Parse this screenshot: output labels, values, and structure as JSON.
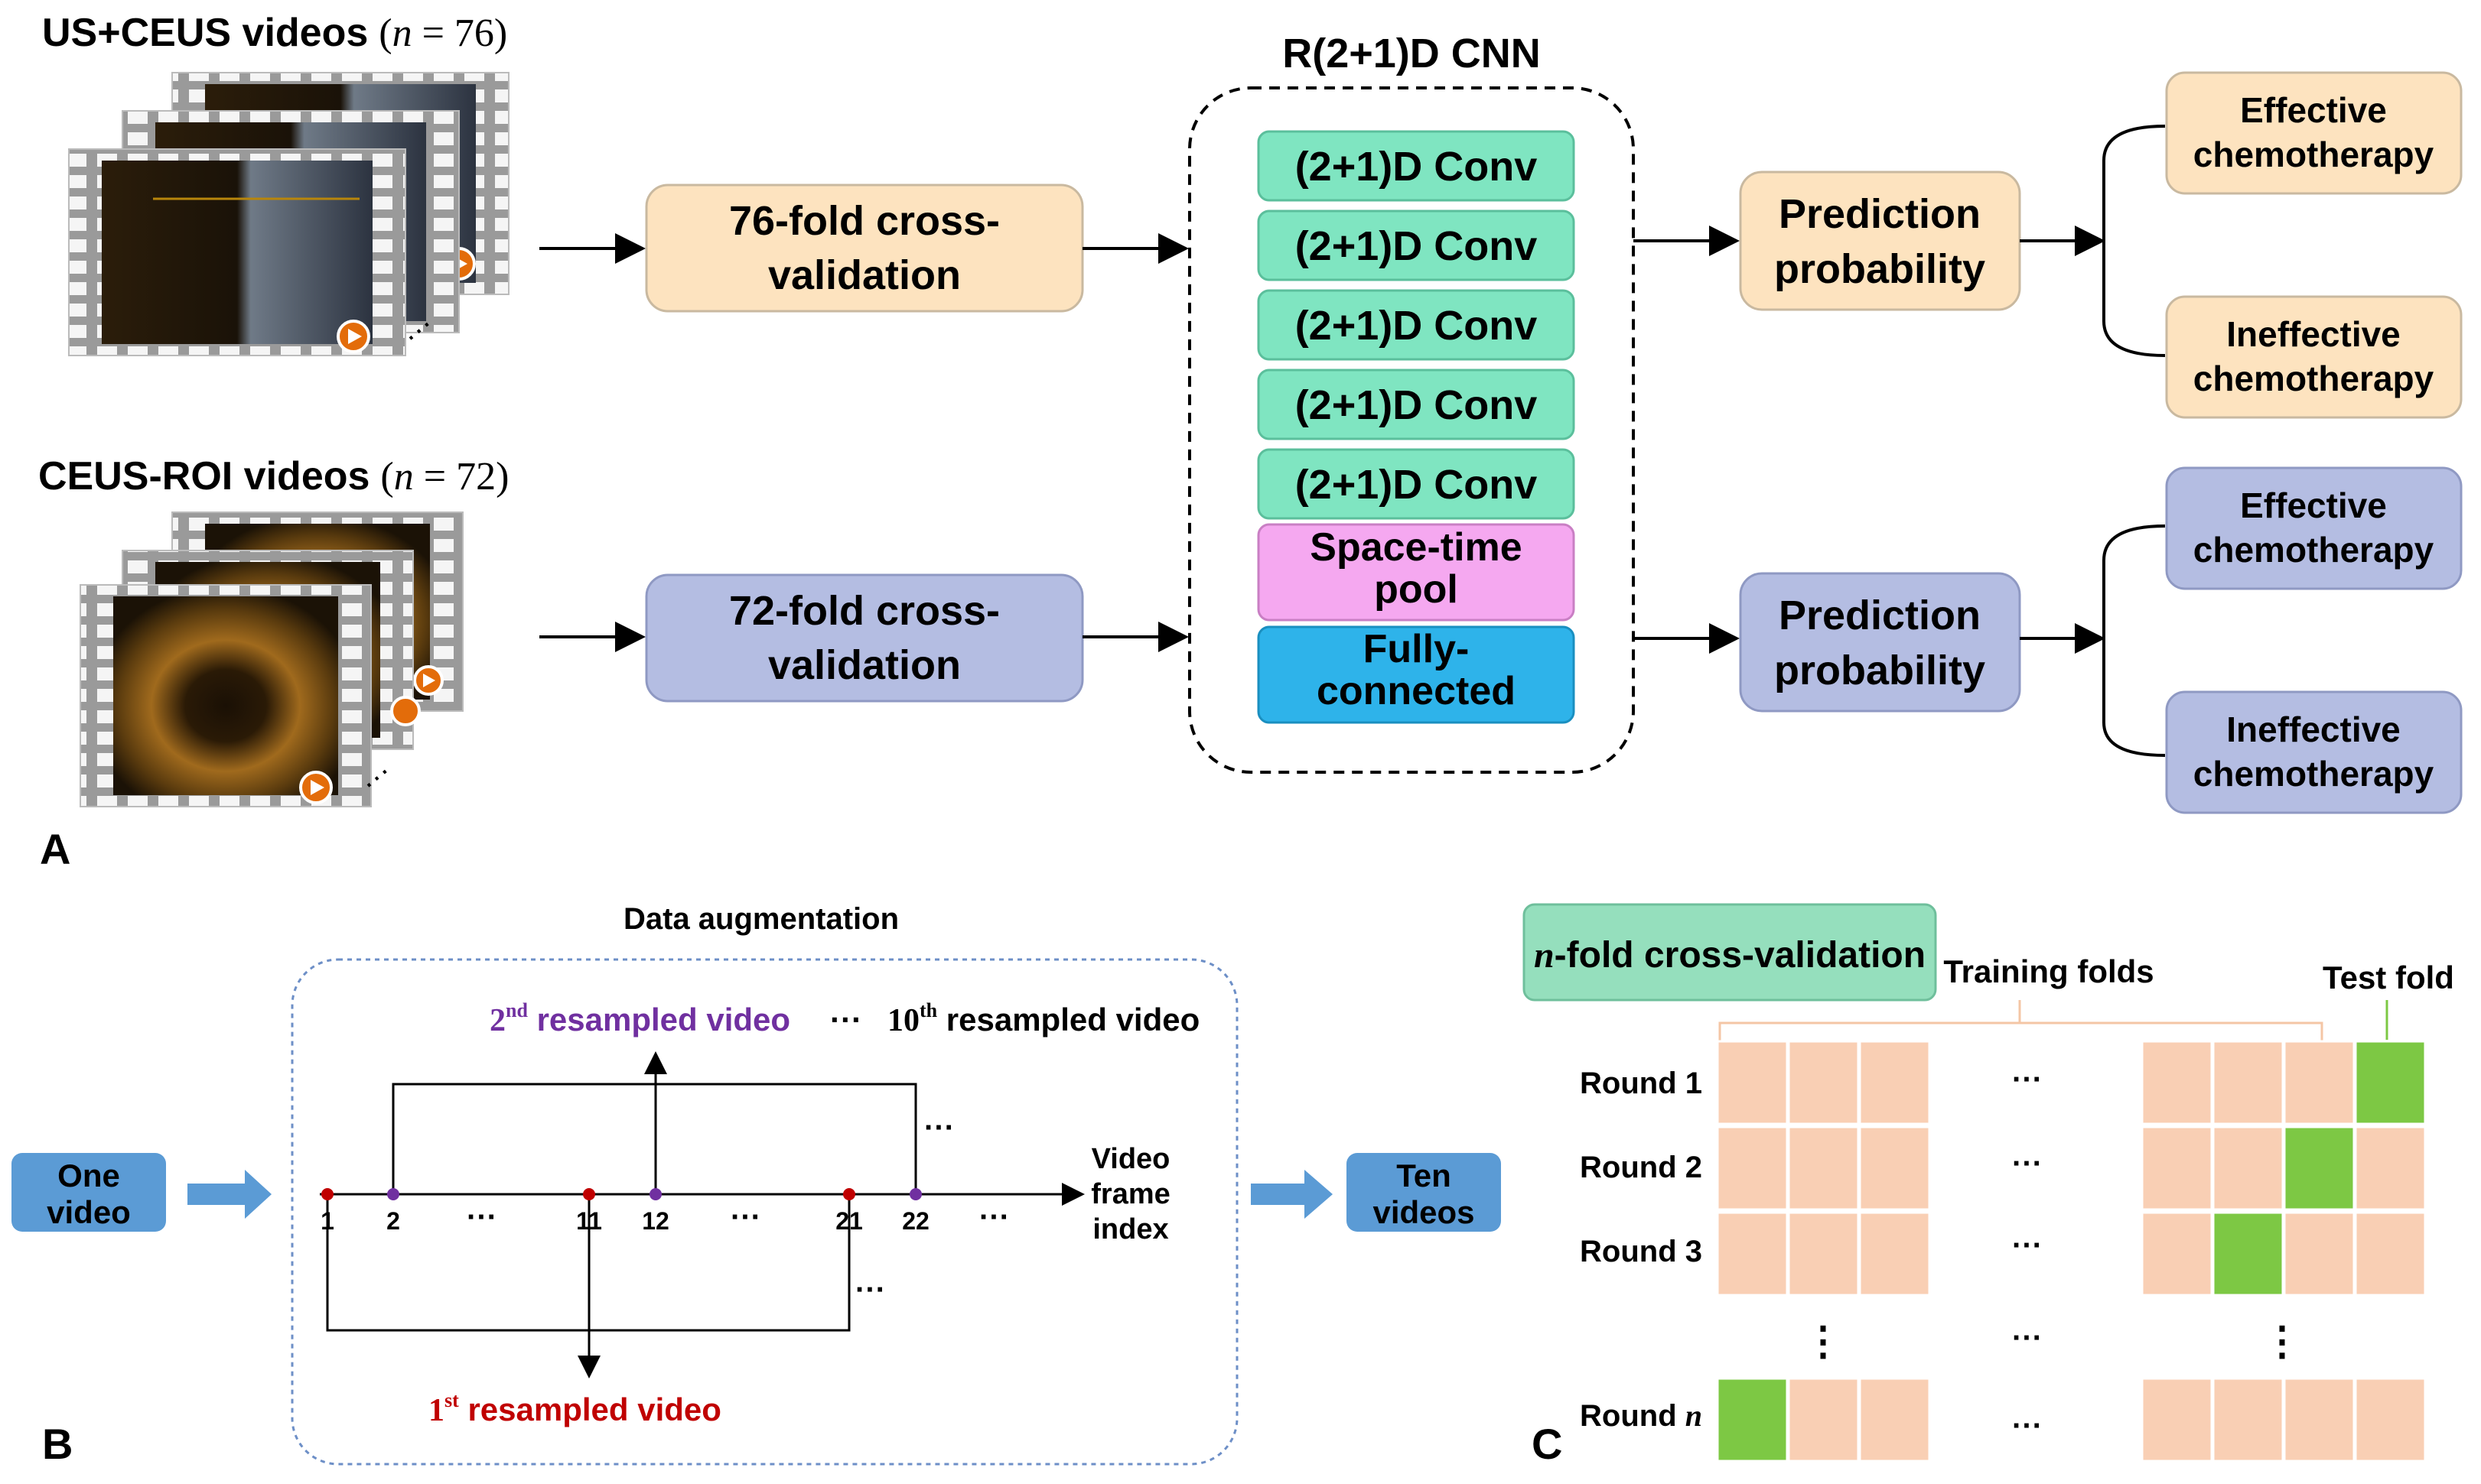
{
  "panel_a": {
    "label": "A",
    "input1": {
      "title": "US+CEUS videos",
      "n_prefix": "(",
      "n_var": "n",
      "n_suffix": " = 76)"
    },
    "input2": {
      "title": "CEUS-ROI videos",
      "n_prefix": "(",
      "n_var": "n",
      "n_suffix": " = 72)"
    },
    "cv1": {
      "line1": "76-fold cross-",
      "line2": "validation"
    },
    "cv2": {
      "line1": "72-fold cross-",
      "line2": "validation"
    },
    "cnn": {
      "title": "R(2+1)D CNN",
      "conv_label": "(2+1)D Conv",
      "pool_line1": "Space-time",
      "pool_line2": "pool",
      "fc_line1": "Fully-",
      "fc_line2": "connected"
    },
    "pred": {
      "line1": "Prediction",
      "line2": "probability"
    },
    "eff": {
      "line1": "Effective",
      "line2": "chemotherapy"
    },
    "ineff": {
      "line1": "Ineffective",
      "line2": "chemotherapy"
    }
  },
  "panel_b": {
    "label": "B",
    "title": "Data augmentation",
    "one_video": {
      "line1": "One",
      "line2": "video"
    },
    "ten_videos": {
      "line1": "Ten",
      "line2": "videos"
    },
    "second": {
      "num": "2",
      "sup": "nd",
      "text": " resampled video"
    },
    "tenth": {
      "num": "10",
      "sup": "th",
      "text": " resampled video"
    },
    "first": {
      "num": "1",
      "sup": "st",
      "text": " resampled video"
    },
    "axis_label": {
      "line1": "Video",
      "line2": "frame",
      "line3": "index"
    },
    "ticks": [
      "1",
      "2",
      "11",
      "12",
      "21",
      "22"
    ],
    "ellipsis": "···"
  },
  "panel_c": {
    "label": "C",
    "title_var": "n",
    "title_rest": "-fold cross-validation",
    "training": "Training folds",
    "test": "Test fold",
    "rounds": [
      "Round 1",
      "Round 2",
      "Round 3"
    ],
    "round_n_prefix": "Round ",
    "round_n_var": "n",
    "ellipsis": "···",
    "vdots": "⋮"
  },
  "colors": {
    "orange_box": "#fde3bf",
    "blue_box": "#b4bde2",
    "conv": "#7fe5c1",
    "pool": "#f5a8f0",
    "fc": "#2eb3ea",
    "arrow_blue": "#5b9bd5",
    "grid_cell": "#f9cfb4",
    "grid_test": "#7dc844",
    "cv_title_box": "#95dfbd",
    "red_point": "#c00000",
    "purple_point": "#7030a0"
  }
}
